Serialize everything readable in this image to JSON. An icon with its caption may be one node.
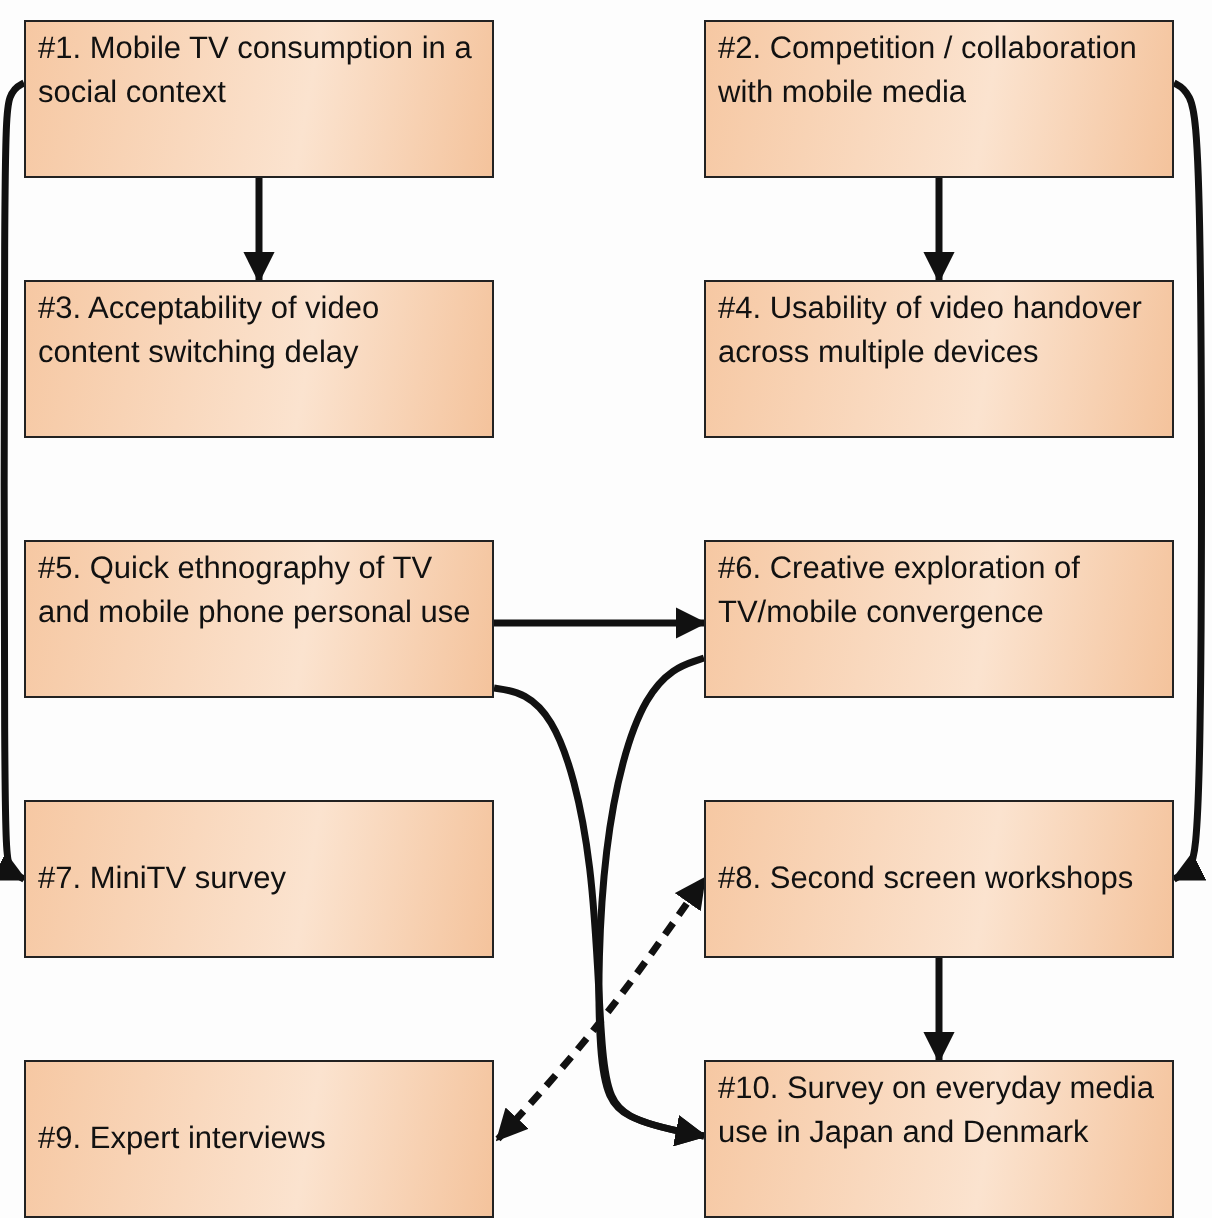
{
  "diagram": {
    "nodes": [
      {
        "text": [
          "#1. Mobile TV consumption in a social context"
        ]
      },
      {
        "text": [
          "#2. Competition / collaboration with mobile media"
        ]
      },
      {
        "text": [
          "#3. Acceptability of video content switching delay"
        ]
      },
      {
        "text": [
          "#4. Usability of video handover across multiple devices"
        ]
      },
      {
        "text": [
          "#5. Quick ethnography of TV and mobile phone personal use"
        ]
      },
      {
        "text": [
          "#6. Creative exploration of TV/mobile convergence"
        ]
      },
      {
        "text": [
          "#7. MiniTV survey"
        ]
      },
      {
        "text": [
          "#8. Second screen workshops"
        ]
      },
      {
        "text": [
          "#9. Expert interviews"
        ]
      },
      {
        "text": [
          "#10. Survey on everyday media use in Japan and Denmark"
        ]
      }
    ],
    "edges": [
      {
        "from": 0,
        "to": 2,
        "arrow": "to"
      },
      {
        "from": 1,
        "to": 3,
        "arrow": "to"
      },
      {
        "from": 0,
        "to": 6,
        "arrow": "to"
      },
      {
        "from": 1,
        "to": 7,
        "arrow": "to"
      },
      {
        "from": 4,
        "to": 5,
        "arrow": "to"
      },
      {
        "from": 4,
        "to": 9,
        "arrow": "to"
      },
      {
        "from": 5,
        "to": 9,
        "arrow": "to"
      },
      {
        "from": 7,
        "to": 9,
        "arrow": "to"
      },
      {
        "from": 8,
        "to": 7,
        "arrow": "both",
        "style": "dashed"
      }
    ]
  }
}
